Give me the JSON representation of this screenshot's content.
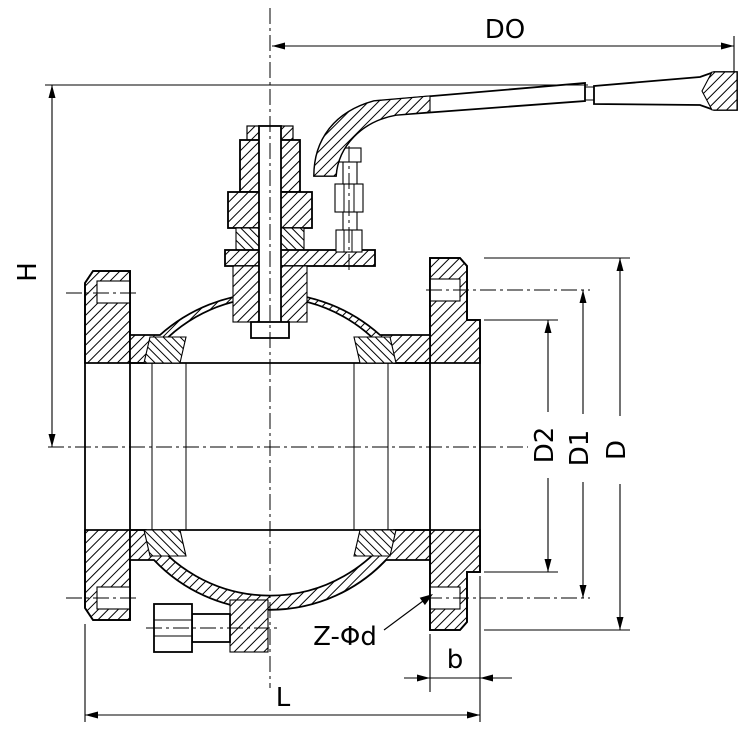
{
  "drawing": {
    "kind": "ball-valve-cross-section",
    "colors": {
      "line": "#000000",
      "background": "#ffffff"
    },
    "labels": {
      "DO": "DO",
      "H": "H",
      "D2": "D2",
      "D1": "D1",
      "D": "D",
      "Z": "Z-Φd",
      "b": "b",
      "L": "L"
    }
  }
}
